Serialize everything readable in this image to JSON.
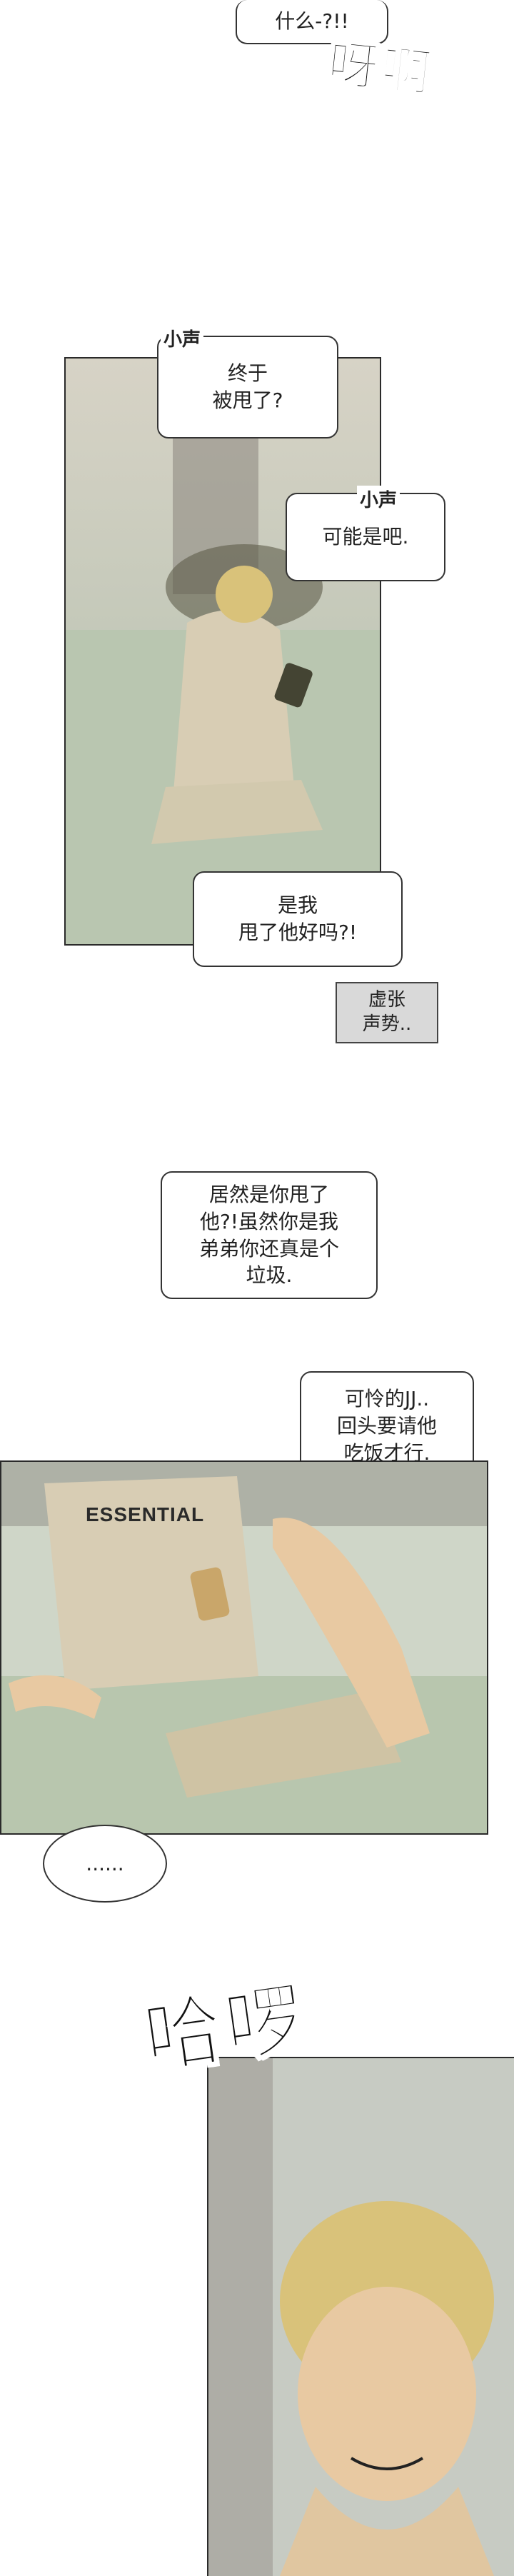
{
  "top": {
    "bubble_text": "什么-?!!",
    "sfx": "呀啊"
  },
  "panel1": {
    "bubble_small_tag_1": "小声",
    "bubble_1": "终于\n被甩了?",
    "bubble_small_tag_2": "小声",
    "bubble_2": "可能是吧.",
    "bubble_3": "是我\n甩了他好吗?!",
    "note_box": "虚张\n声势.."
  },
  "middle": {
    "bubble_4": "居然是你甩了\n他?!虽然你是我\n弟弟你还真是个\n垃圾.",
    "bubble_5": "可怜的JJ..\n回头要请他\n吃饭才行."
  },
  "panel2": {
    "shirt_text": "ESSENTIAL",
    "bubble_6": "......"
  },
  "bottom": {
    "sfx": "哈啰"
  },
  "colors": {
    "ink": "#222222",
    "sky": "#c9cfc5",
    "skin": "#e8c9a2",
    "hair": "#d9c27a",
    "clothes": "#d8cdb4",
    "floor": "#b8c6ae"
  }
}
